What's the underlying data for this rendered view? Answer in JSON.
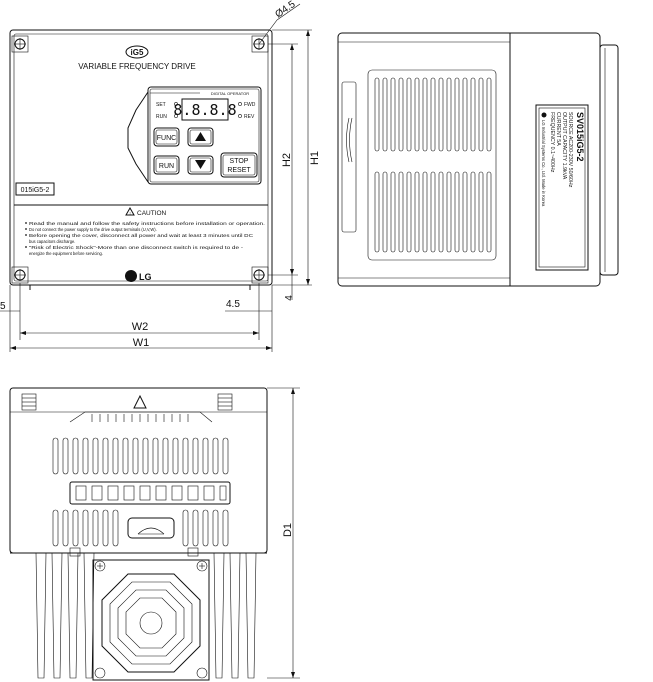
{
  "front": {
    "logo": "iG5",
    "product_title": "VARIABLE  FREQUENCY  DRIVE",
    "keypad": {
      "title": "DIGITAL  OPERATOR",
      "set_label": "SET",
      "run_label": "RUN",
      "fwd_label": "FWD",
      "rev_label": "REV",
      "display": "8.8.8.8",
      "func_button": "FUNC",
      "run_button": "RUN",
      "stop_reset_line1": "STOP",
      "stop_reset_line2": "RESET"
    },
    "model_label": "015iG5-2",
    "caution_title": "CAUTION",
    "caution_lines": [
      "Read the manual and follow the safety instructions before installation or operation.",
      "Do not connect the power supply to the drive output terminals (U,V,W).",
      "Before opening the cover, disconnect all power and wait at least 3 minutes until DC",
      "bus capacitors discharge.",
      "\"Risk of Electric Shock\"-More than one disconnect switch is required to de -",
      "energize the equipment before servicing."
    ],
    "brand": "LG"
  },
  "side": {
    "nameplate_model": "SV015iG5-2",
    "nameplate_lines": [
      "SOURCE   AC200-230V  50/60Hz",
      "OUTPUT   CAPACITY 1.9kVA",
      "CURRENT   5A",
      "FREQUENCY  0.1~400Hz"
    ],
    "maker": "LG Industrial Systems Co., Ltd.   Made in Korea"
  },
  "dimensions": {
    "hole": "Ø4.5",
    "h1": "H1",
    "h2": "H2",
    "w1": "W1",
    "w2": "W2",
    "d1": "D1",
    "offset_right": "4.5",
    "offset_left": "5",
    "offset_bottom": "4"
  }
}
